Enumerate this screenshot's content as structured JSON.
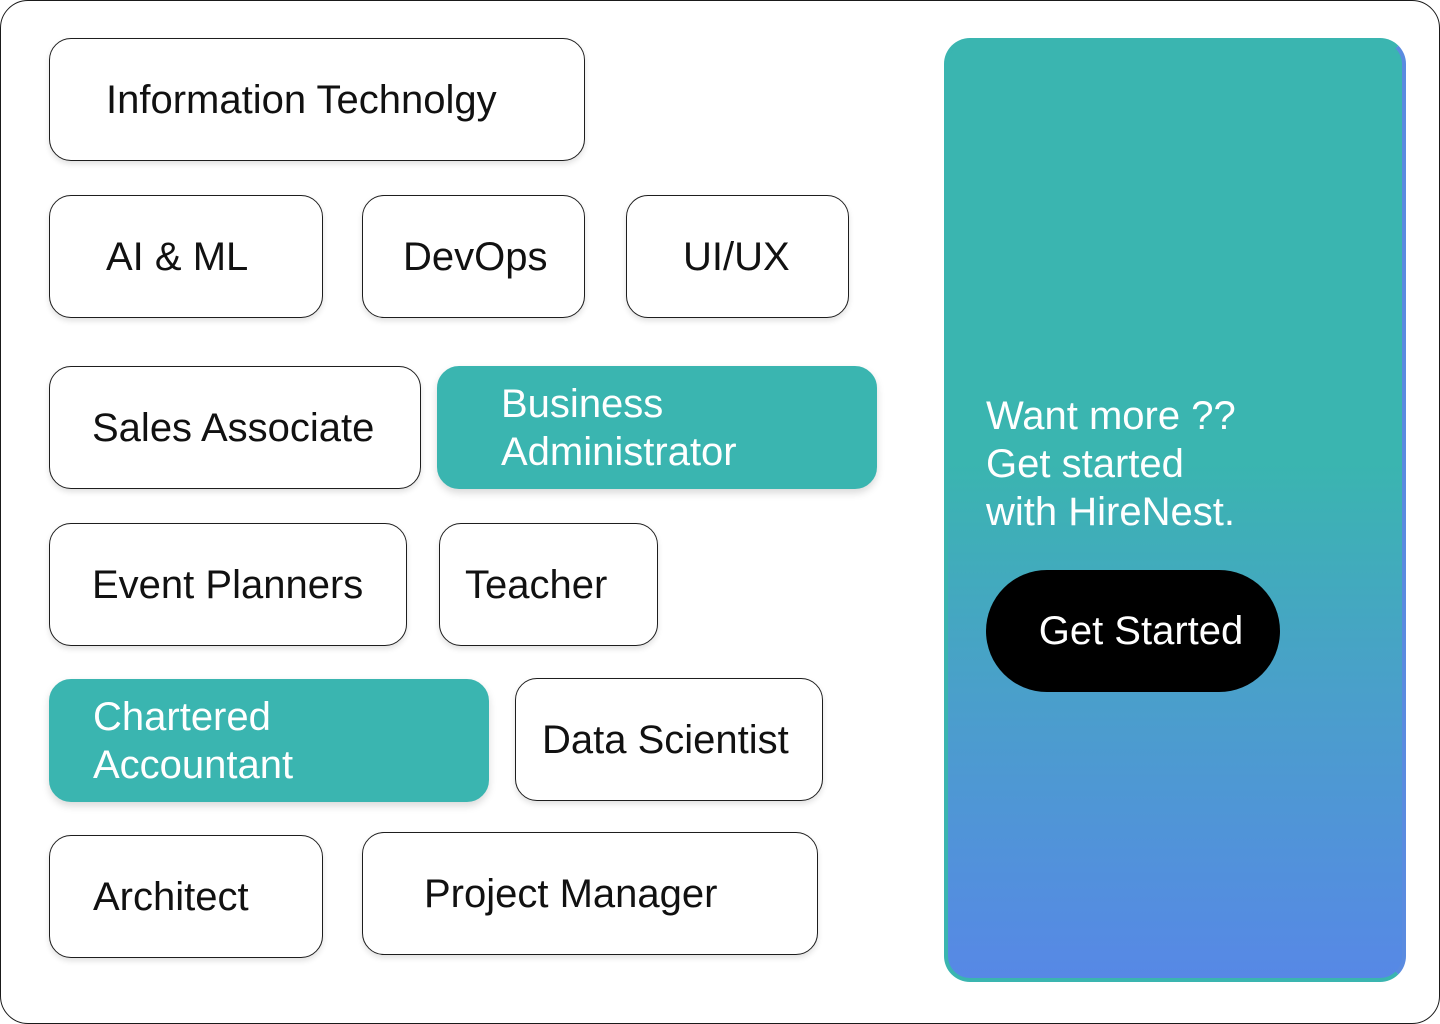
{
  "categories": {
    "information_technology": "Information Technolgy",
    "ai_ml": "AI & ML",
    "devops": "DevOps",
    "uiux": "UI/UX",
    "sales_associate": "Sales Associate",
    "business_administrator": "Business Administrator",
    "event_planners": "Event Planners",
    "teacher": "Teacher",
    "chartered_accountant": "Chartered Accountant",
    "data_scientist": "Data Scientist",
    "architect": "Architect",
    "project_manager": "Project Manager"
  },
  "cta": {
    "text": "Want more ??\nGet started\nwith HireNest.",
    "button_label": "Get Started"
  },
  "colors": {
    "accent": "#3ab5b0",
    "gradient_end": "#5788e6",
    "button_bg": "#000000"
  }
}
